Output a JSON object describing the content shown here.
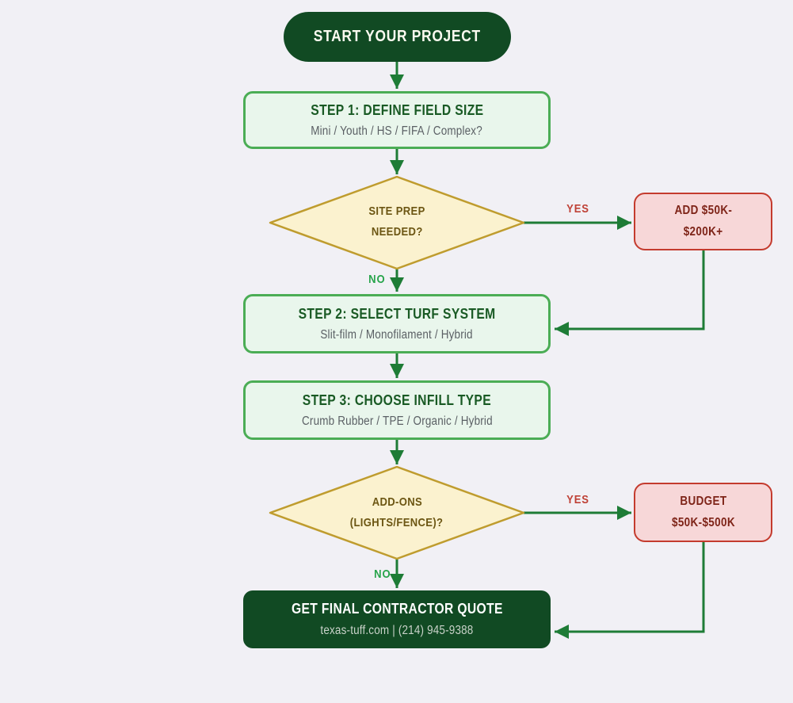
{
  "colors": {
    "bg": "#F1F0F5",
    "green_dark": "#114A23",
    "green_light": "#E9F6EC",
    "green_border": "#4BAD55",
    "green_title": "#195A24",
    "gray_text": "#5B6065",
    "line_green": "#1E7C36",
    "green_label": "#28A44B",
    "gold_fill": "#FBF2CF",
    "gold_border": "#BF9C2E",
    "gold_text": "#6C5613",
    "pink_fill": "#F7D7D8",
    "red_border": "#C43B2E",
    "red_text": "#7E2418",
    "red_label": "#BF4136",
    "final_subtext": "#C9D2C9"
  },
  "flowchart": {
    "start": {
      "label": "START YOUR PROJECT"
    },
    "step1": {
      "title": "STEP 1: DEFINE FIELD SIZE",
      "subtitle": "Mini / Youth / HS / FIFA / Complex?"
    },
    "decision1": {
      "line1": "SITE PREP",
      "line2": "NEEDED?",
      "yes_label": "YES",
      "no_label": "NO"
    },
    "cost1": {
      "line1": "ADD $50K-",
      "line2": "$200K+"
    },
    "step2": {
      "title": "STEP 2: SELECT TURF SYSTEM",
      "subtitle": "Slit-film / Monofilament / Hybrid"
    },
    "step3": {
      "title": "STEP 3: CHOOSE INFILL TYPE",
      "subtitle": "Crumb Rubber / TPE / Organic / Hybrid"
    },
    "decision2": {
      "line1": "ADD-ONS",
      "line2": "(LIGHTS/FENCE)?",
      "yes_label": "YES",
      "no_label": "NO"
    },
    "cost2": {
      "line1": "BUDGET",
      "line2": "$50K-$500K"
    },
    "final": {
      "title": "GET FINAL CONTRACTOR QUOTE",
      "subtitle": "texas-tuff.com | (214) 945-9388"
    }
  }
}
